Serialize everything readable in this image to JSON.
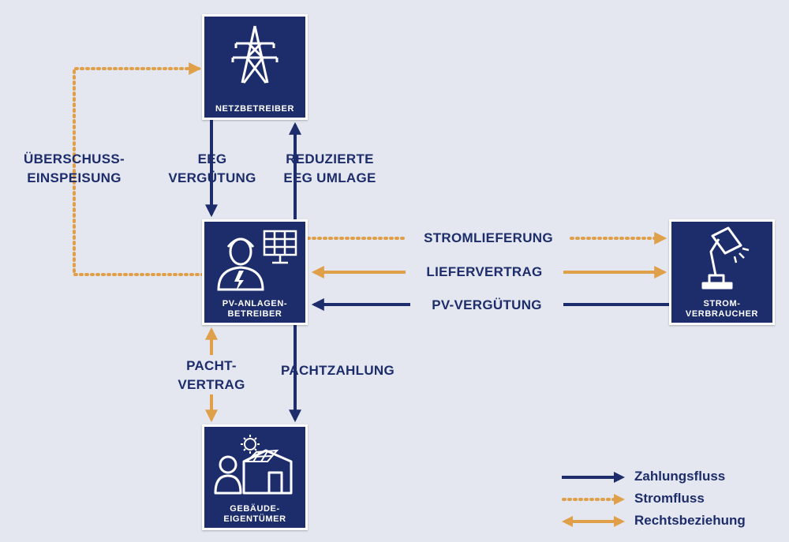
{
  "colors": {
    "navy": "#1d2d6b",
    "orange": "#e0a04a",
    "background": "#e4e7ef"
  },
  "nodes": {
    "netzbetreiber": {
      "label": "NETZBETREIBER",
      "icon": "power-tower-icon"
    },
    "pv_betreiber": {
      "label": "PV-ANLAGEN-\nBETREIBER",
      "icon": "worker-solar-panel-icon"
    },
    "stromverbraucher": {
      "label": "STROM-\nVERBRAUCHER",
      "icon": "desk-lamp-icon"
    },
    "gebaeude": {
      "label": "GEBÄUDE-\nEIGENTÜMER",
      "icon": "person-house-solar-icon"
    }
  },
  "edges": {
    "ueberschuss": "ÜBERSCHUSS-\nEINSPEISUNG",
    "eeg_verguetung": "EEG\nVERGÜTUNG",
    "reduzierte_umlage": "REDUZIERTE\nEEG UMLAGE",
    "stromlieferung": "STROMLIEFERUNG",
    "liefervertrag": "LIEFERVERTRAG",
    "pv_verguetung": "PV-VERGÜTUNG",
    "pachtvertrag": "PACHT-\nVERTRAG",
    "pachtzahlung": "PACHTZAHLUNG"
  },
  "legend": {
    "zahlungsfluss": "Zahlungsfluss",
    "stromfluss": "Stromfluss",
    "rechtsbeziehung": "Rechtsbeziehung"
  }
}
